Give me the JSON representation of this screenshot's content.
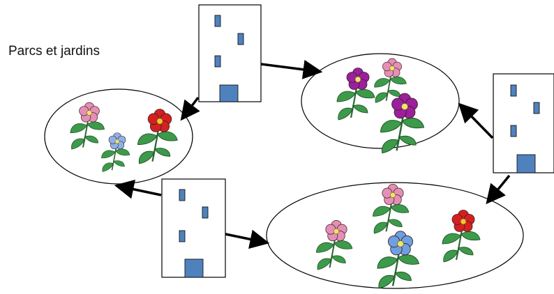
{
  "title": "Parcs et jardins",
  "colors": {
    "window_fill": "#4f81bd",
    "stroke": "#000000",
    "leaf": "#3c9a4a",
    "stem": "#2d6b34"
  },
  "icons": [
    "building-icon",
    "flower-icon",
    "arrow-icon"
  ],
  "gardens": [
    {
      "name": "garden-left",
      "flowers": [
        {
          "color": "#e58fb6",
          "center": "#f2e36b"
        },
        {
          "color": "#8db1e8",
          "center": "#f2e36b"
        },
        {
          "color": "#d62020",
          "center": "#f2c531"
        }
      ]
    },
    {
      "name": "garden-top-right",
      "flowers": [
        {
          "color": "#9c1f9e",
          "center": "#f2e36b"
        },
        {
          "color": "#e58fb6",
          "center": "#f2e36b"
        },
        {
          "color": "#9c1f9e",
          "center": "#f2e36b"
        }
      ]
    },
    {
      "name": "garden-bottom",
      "flowers": [
        {
          "color": "#e58fb6",
          "center": "#f2e36b"
        },
        {
          "color": "#e58fb6",
          "center": "#f2e36b"
        },
        {
          "color": "#6e9fe0",
          "center": "#f2e36b"
        },
        {
          "color": "#d62020",
          "center": "#f2c531"
        }
      ]
    }
  ]
}
